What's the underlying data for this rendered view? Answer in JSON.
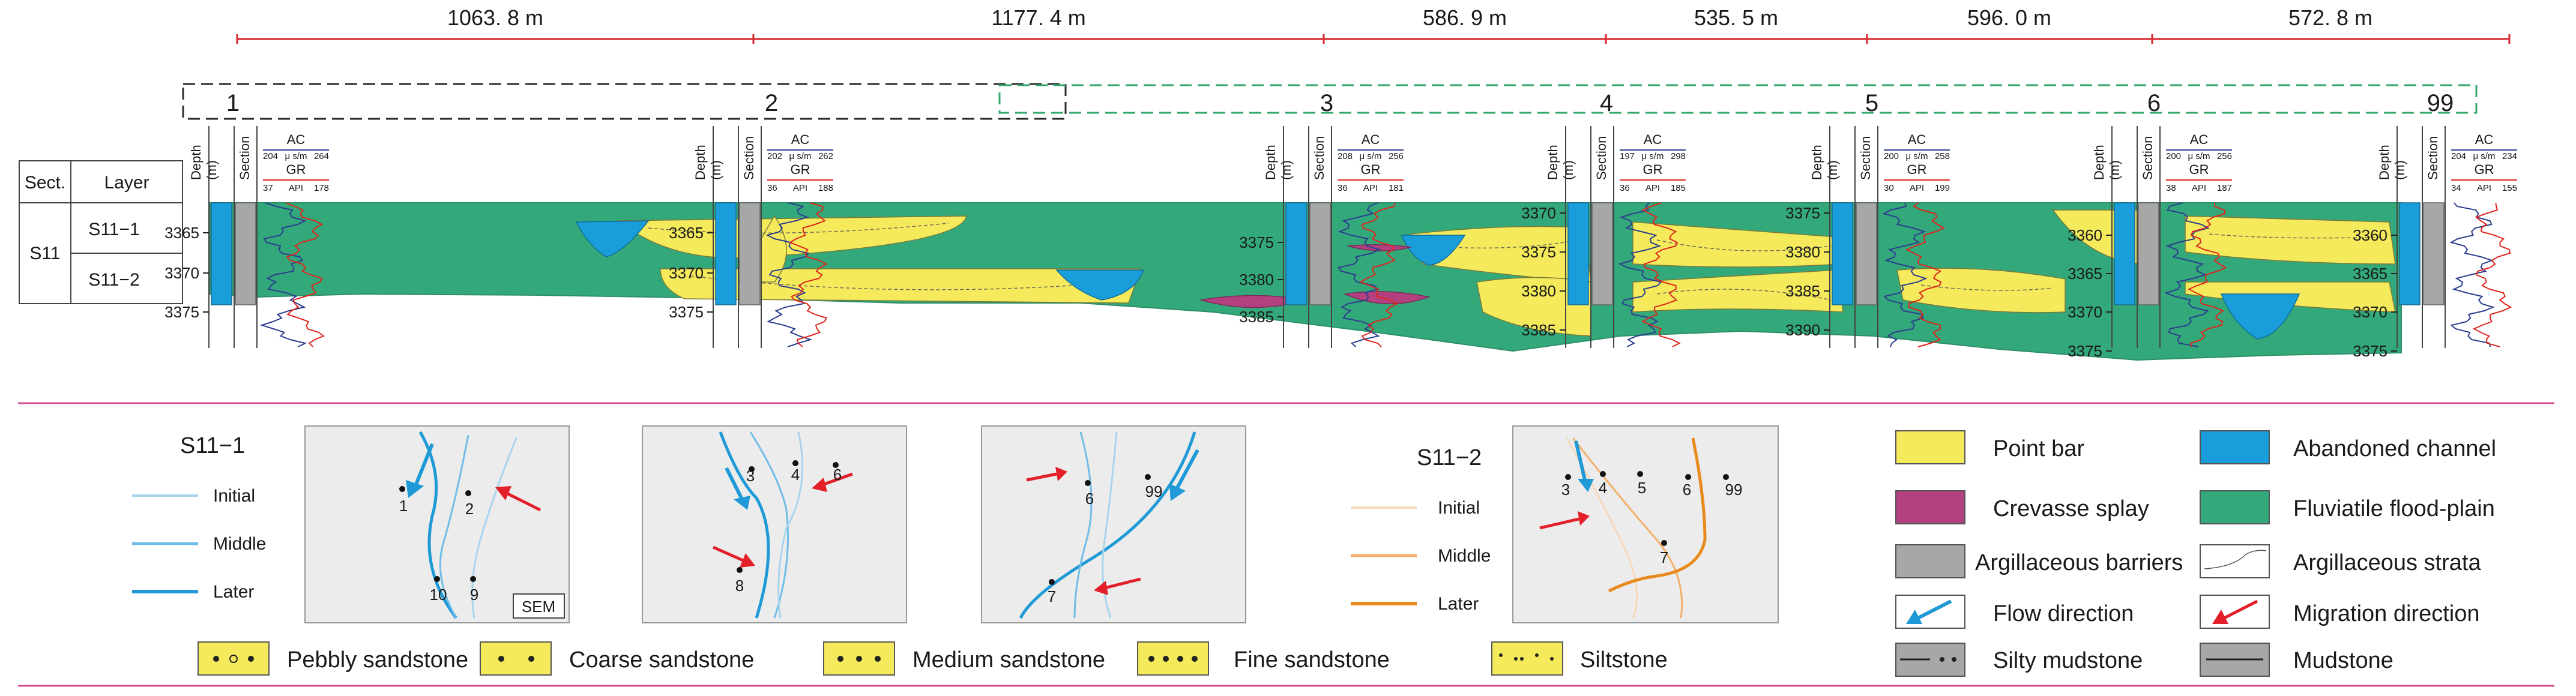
{
  "distances": [
    "1063. 8  m",
    "1177. 4  m",
    "586. 9  m",
    "535. 5  m",
    "596. 0  m",
    "572. 8  m"
  ],
  "wells": [
    "1",
    "2",
    "3",
    "4",
    "5",
    "6",
    "99"
  ],
  "table": {
    "sect_header": "Sect.",
    "layer_header": "Layer",
    "sect": "S11",
    "layers": [
      "S11−1",
      "S11−2"
    ]
  },
  "track_labels": {
    "depth": "Depth",
    "depth_unit": "(m)",
    "section": "Section",
    "ac": "AC",
    "gr": "GR",
    "ac_unit": "μ s/m",
    "gr_unit": "API"
  },
  "log_scales": [
    {
      "ac_min": "204",
      "ac_max": "264",
      "gr_min": "37",
      "gr_max": "178"
    },
    {
      "ac_min": "202",
      "ac_max": "262",
      "gr_min": "36",
      "gr_max": "188"
    },
    {
      "ac_min": "208",
      "ac_max": "256",
      "gr_min": "36",
      "gr_max": "181"
    },
    {
      "ac_min": "197",
      "ac_max": "298",
      "gr_min": "36",
      "gr_max": "185"
    },
    {
      "ac_min": "200",
      "ac_max": "258",
      "gr_min": "30",
      "gr_max": "199"
    },
    {
      "ac_min": "200",
      "ac_max": "256",
      "gr_min": "38",
      "gr_max": "187"
    },
    {
      "ac_min": "204",
      "ac_max": "234",
      "gr_min": "34",
      "gr_max": "155"
    }
  ],
  "depth_ticks": [
    [
      "3365",
      "3370",
      "3375"
    ],
    [
      "3365",
      "3370",
      "3375"
    ],
    [
      "3375",
      "3380",
      "3385"
    ],
    [
      "3370",
      "3375",
      "3380",
      "3385"
    ],
    [
      "3375",
      "3380",
      "3385",
      "3390"
    ],
    [
      "3360",
      "3365",
      "3370",
      "3375"
    ],
    [
      "3360",
      "3365",
      "3370",
      "3375"
    ]
  ],
  "stage_legends": [
    {
      "title": "S11−1",
      "items": [
        "Initial",
        "Middle",
        "Later"
      ],
      "colors": [
        "#a8d4ee",
        "#6fbde8",
        "#1f9ad6"
      ]
    },
    {
      "title": "S11−2",
      "items": [
        "Initial",
        "Middle",
        "Later"
      ],
      "colors": [
        "#f6d8bc",
        "#f2b06a",
        "#e88a1e"
      ]
    }
  ],
  "maps": [
    {
      "labels": [
        "1",
        "2",
        "10",
        "9"
      ],
      "tag": "SEM"
    },
    {
      "labels": [
        "3",
        "4",
        "6",
        "8"
      ]
    },
    {
      "labels": [
        "6",
        "99",
        "7"
      ]
    },
    {
      "labels": [
        "3",
        "4",
        "5",
        "6",
        "99",
        "7"
      ]
    }
  ],
  "facies_legend": [
    "Point  bar",
    "Abandoned channel",
    "Crevasse splay",
    "Fluviatile flood-plain",
    "Argillaceous barriers",
    "Argillaceous strata",
    "Flow direction",
    "Migration direction",
    "Silty mudstone",
    "Mudstone"
  ],
  "lithology_legend": [
    "Pebbly sandstone",
    "Coarse sandstone",
    "Medium sandstone",
    "Fine sandstone",
    "Siltstone"
  ],
  "colors": {
    "point_bar": "#f4ea5b",
    "abandoned_channel": "#1a9edb",
    "crevasse_splay": "#b3407f",
    "flood_plain": "#33a87a",
    "barrier": "#a7a7a7",
    "flow_arrow": "#1f9ad6",
    "migration_arrow": "#e3202a",
    "distance_line": "#d9262c",
    "separator": "#d24f9a",
    "ac_curve": "#2c3e8f",
    "gr_curve": "#e0261d",
    "well_box_1": "#2b2b2b",
    "well_box_2": "#36a86a",
    "map_bg": "#ececec"
  }
}
